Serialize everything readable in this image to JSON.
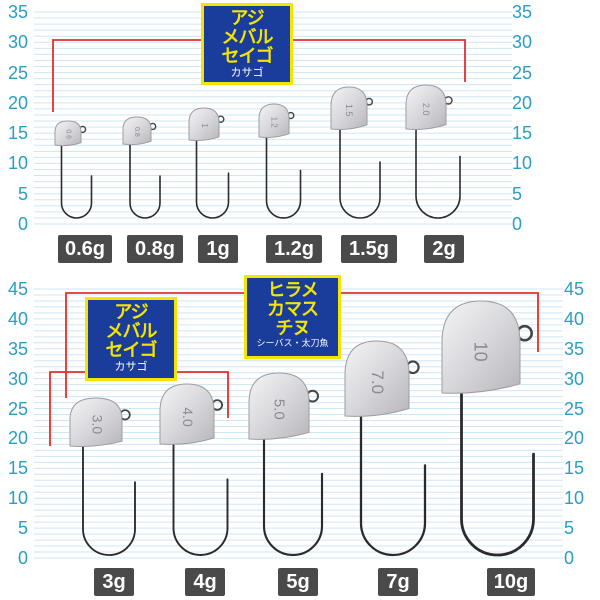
{
  "top_panel": {
    "ticks_left": [
      "35",
      "30",
      "25",
      "20",
      "15",
      "10",
      "5",
      "0"
    ],
    "ticks_right": [
      "35",
      "30",
      "25",
      "20",
      "15",
      "10",
      "5",
      "0"
    ],
    "badge": {
      "lines": [
        "アジ",
        "メバル",
        "セイゴ"
      ],
      "sub": "カサゴ"
    },
    "weights": [
      "0.6g",
      "0.8g",
      "1g",
      "1.2g",
      "1.5g",
      "2g"
    ],
    "head_marks": [
      "0.6",
      "0.8",
      "1",
      "1.2",
      "1.5",
      "2.0"
    ]
  },
  "bottom_panel": {
    "ticks_left": [
      "45",
      "40",
      "35",
      "30",
      "25",
      "20",
      "15",
      "10",
      "5",
      "0"
    ],
    "ticks_right": [
      "45",
      "40",
      "35",
      "30",
      "25",
      "20",
      "15",
      "10",
      "5",
      "0"
    ],
    "badge_small": {
      "lines": [
        "アジ",
        "メバル",
        "セイゴ"
      ],
      "sub": "カサゴ"
    },
    "badge_large": {
      "lines": [
        "ヒラメ",
        "カマス",
        "チヌ"
      ],
      "sub": "シーバス・太刀魚"
    },
    "weights": [
      "3g",
      "4g",
      "5g",
      "7g",
      "10g"
    ],
    "head_marks": [
      "3.0",
      "4.0",
      "5.0",
      "7.0",
      "10"
    ]
  },
  "colors": {
    "grid": "#cfe6f3",
    "tick": "#2a9ec4",
    "bracket": "#e03030",
    "badge_bg": "#1a3d9c",
    "badge_fg": "#f5e400",
    "label_bg": "#4a4a4a"
  }
}
